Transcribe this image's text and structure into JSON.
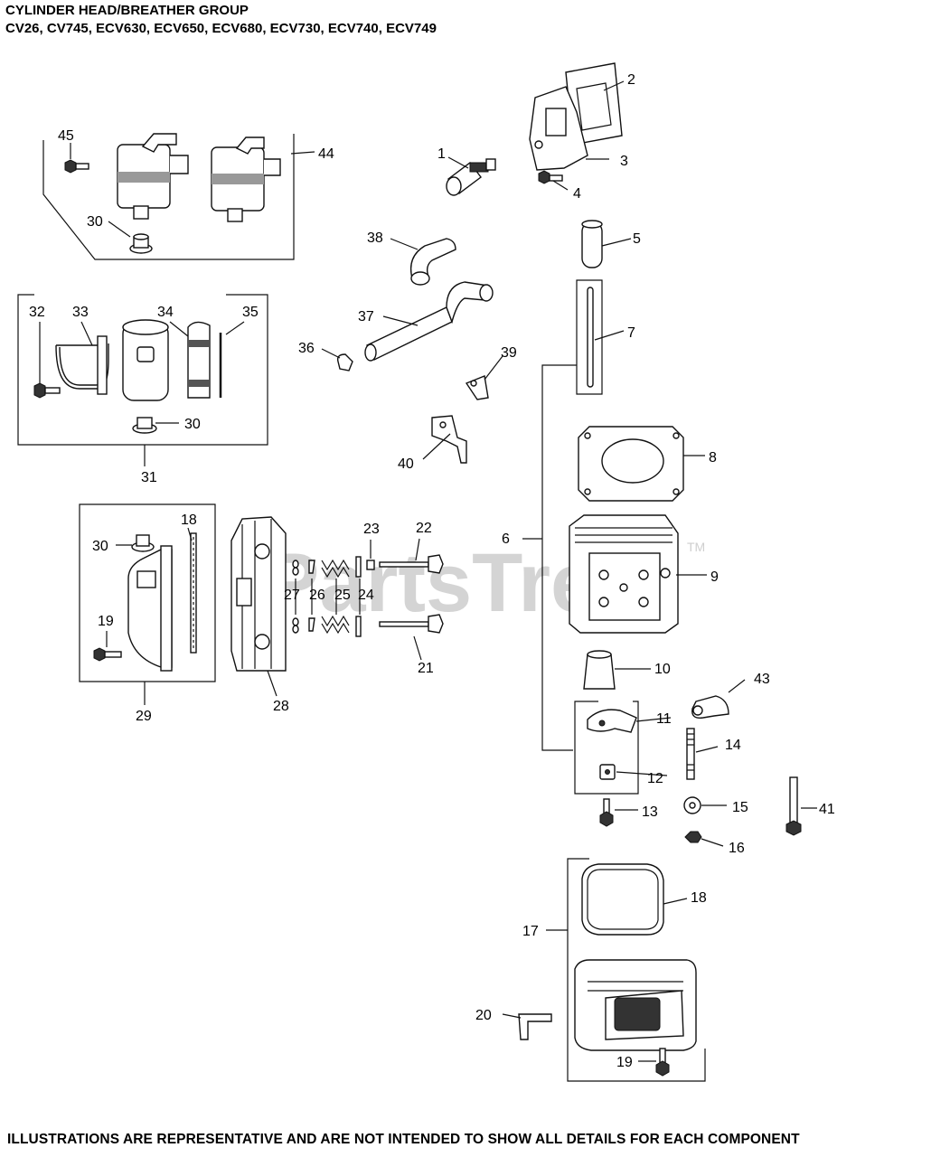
{
  "header": {
    "title": "CYLINDER HEAD/BREATHER GROUP",
    "models": "CV26, CV745, ECV630, ECV650, ECV680, ECV730, ECV740, ECV749"
  },
  "watermark": {
    "text": "PartsTree",
    "tm": "TM"
  },
  "callouts": {
    "c1": "1",
    "c2": "2",
    "c3": "3",
    "c4": "4",
    "c5": "5",
    "c6": "6",
    "c7": "7",
    "c8": "8",
    "c9": "9",
    "c10": "10",
    "c11": "11",
    "c12": "12",
    "c13": "13",
    "c14": "14",
    "c15": "15",
    "c16": "16",
    "c17": "17",
    "c18a": "18",
    "c18b": "18",
    "c19a": "19",
    "c19b": "19",
    "c20": "20",
    "c21": "21",
    "c22": "22",
    "c23": "23",
    "c24": "24",
    "c25": "25",
    "c26": "26",
    "c27": "27",
    "c28": "28",
    "c29": "29",
    "c30a": "30",
    "c30b": "30",
    "c30c": "30",
    "c31": "31",
    "c32": "32",
    "c33": "33",
    "c34": "34",
    "c35": "35",
    "c36": "36",
    "c37": "37",
    "c38": "38",
    "c39": "39",
    "c40": "40",
    "c41": "41",
    "c43": "43",
    "c44": "44",
    "c45": "45"
  },
  "footer": {
    "note": "ILLUSTRATIONS ARE REPRESENTATIVE AND ARE NOT INTENDED TO SHOW ALL DETAILS FOR EACH COMPONENT"
  }
}
